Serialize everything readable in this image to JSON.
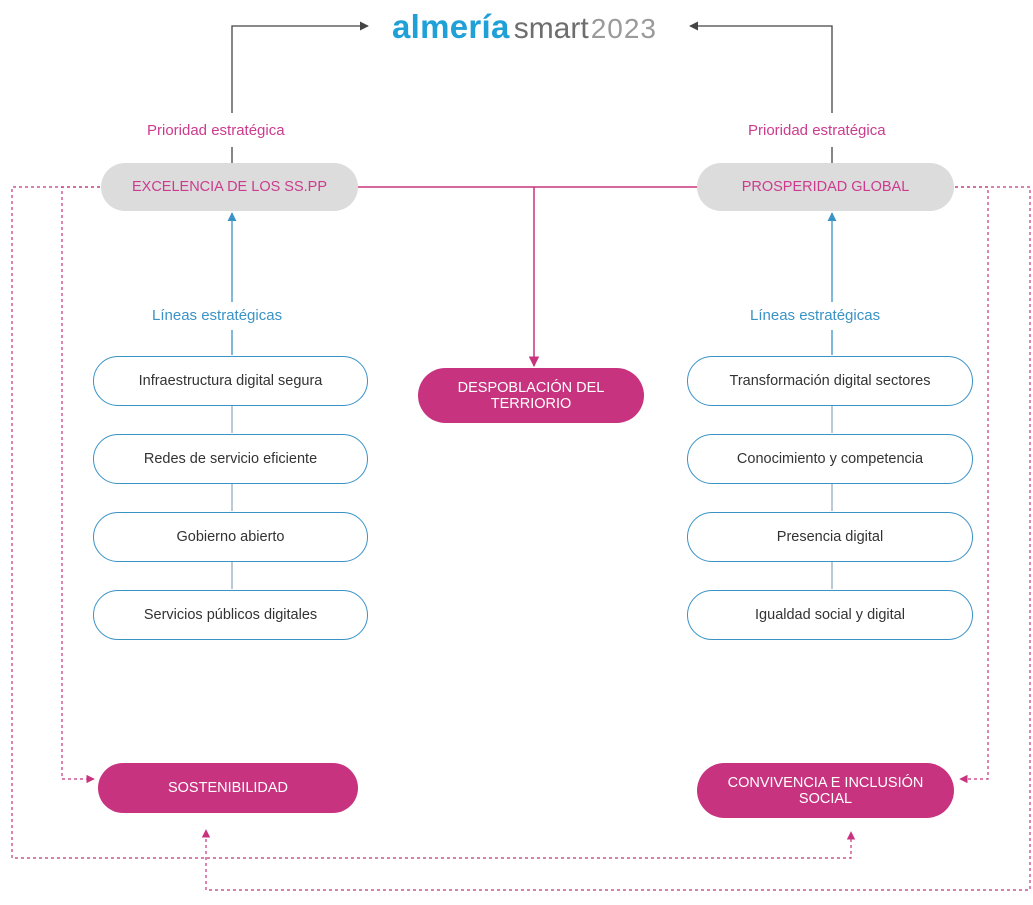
{
  "header": {
    "brand": "almería",
    "smart": "smart",
    "year": "2023"
  },
  "left": {
    "priority_label": "Prioridad estratégica",
    "priority": "EXCELENCIA DE LOS SS.PP",
    "lines_label": "Líneas estratégicas",
    "lines": [
      "Infraestructura digital segura",
      "Redes de servicio eficiente",
      "Gobierno abierto",
      "Servicios públicos digitales"
    ],
    "outcome": "SOSTENIBILIDAD"
  },
  "right": {
    "priority_label": "Prioridad estratégica",
    "priority": "PROSPERIDAD GLOBAL",
    "lines_label": "Líneas estratégicas",
    "lines": [
      "Transformación digital sectores",
      "Conocimiento y competencia",
      "Presencia digital",
      "Igualdad social y digital"
    ],
    "outcome": "CONVIVENCIA E INCLUSIÓN SOCIAL"
  },
  "center": {
    "label": "DESPOBLACIÓN DEL TERRIORIO"
  },
  "colors": {
    "brand_blue": "#1fa0d6",
    "magenta": "#c8337f",
    "pink_text": "#cc3b8e",
    "line_blue": "#3a93c7",
    "pill_grey": "#dcdcdc",
    "connector_dark": "#444444"
  }
}
